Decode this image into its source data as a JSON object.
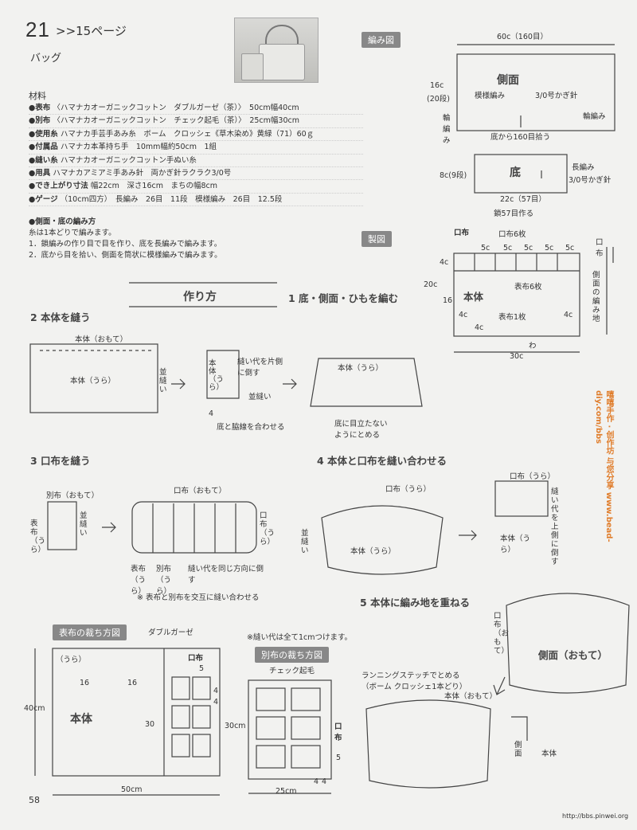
{
  "header": {
    "number": "21",
    "ref": ">>15ページ",
    "title": "バッグ"
  },
  "materials": {
    "title": "材料",
    "items": [
      {
        "label": "●表布",
        "text": "〈ハマナカオーガニックコットン　ダブルガーゼ（茶）〉　50cm幅40cm"
      },
      {
        "label": "●別布",
        "text": "〈ハマナカオーガニックコットン　チェック起毛（茶）〉　25cm幅30cm"
      },
      {
        "label": "●使用糸",
        "text": "ハマナカ手芸手あみ糸　ボーム　クロッシェ《草木染め》黄緑（71）60ｇ"
      },
      {
        "label": "●付属品",
        "text": "ハマナカ本革持ち手　10mm幅約50cm　1組"
      },
      {
        "label": "●縫い糸",
        "text": "ハマナカオーガニックコットン手ぬい糸"
      },
      {
        "label": "●用具",
        "text": "ハマナカアミアミ手あみ針　両かぎ針ラクラク3/0号"
      },
      {
        "label": "●でき上がり寸法",
        "text": "幅22cm　深さ16cm　まちの幅8cm"
      },
      {
        "label": "●ゲージ",
        "text": "（10cm四方）　長編み　26目　11段　模様編み　26目　12.5段"
      }
    ]
  },
  "instructions": {
    "title": "●側面・底の編み方",
    "lines": [
      "糸は1本どりで編みます。",
      "1．鎖編みの作り目で目を作り、底を長編みで編みます。",
      "2．底から目を拾い、側面を筒状に模様編みで編みます。"
    ]
  },
  "knit_diagram": {
    "label": "編み図",
    "width": "60c（160目）",
    "side": "側面",
    "pattern": "模様編み",
    "hook": "3/0号かぎ針",
    "height": "16c",
    "height2": "(20段)",
    "edge": "輪編み",
    "edge2": "輪編み",
    "pickup": "底から160目拾う",
    "bottom": "底",
    "bottom_h": "8c(9段)",
    "longst": "長編み",
    "hook2": "3/0号かぎ針",
    "chain": "22c（57目）",
    "chain2": "鎖57目作る"
  },
  "make_diagram": {
    "label": "製図",
    "kuchinuno": "口布",
    "kuchi6": "口布6枚",
    "dims": [
      "5c",
      "5c",
      "5c",
      "5c",
      "5c"
    ],
    "side4": "4c",
    "h20": "20c",
    "omote6": "表布6枚",
    "hontai": "本体",
    "h16": "16",
    "c4a": "4c",
    "c4b": "4c",
    "c4c": "4c",
    "omote1": "表布1枚",
    "wa": "わ",
    "w30": "30c",
    "kuchinuno_r": "口布",
    "sokumen_knit": "側面の編み地"
  },
  "howto": {
    "title": "作り方"
  },
  "step1": {
    "title": "1 底・側面・ひもを編む"
  },
  "step2": {
    "title": "2 本体を縫う",
    "omote": "本体（おもて）",
    "body": "本体（うら）",
    "stitch": "並縫い",
    "body_side": "本体（うら）",
    "seam": "縫い代を片側に倒す",
    "stitch2": "並縫い",
    "four": "4",
    "match": "底と脇線を合わせる",
    "body3": "本体（うら）",
    "hide": "底に目立たないようにとめる"
  },
  "step3": {
    "title": "3 口布を縫う",
    "betsu": "別布（おもて）",
    "omote": "表布（うら）",
    "stitch": "並縫い",
    "kuchi_omote": "口布（おもて）",
    "kuchi_ura": "口布（うら）",
    "omote_ura": "表布（うら）",
    "betsu_ura": "別布（うら）",
    "seam": "縫い代を同じ方向に倒す",
    "note": "※ 表布と別布を交互に縫い合わせる"
  },
  "step4": {
    "title": "4 本体と口布を縫い合わせる",
    "kuchi": "口布（うら）",
    "stitch": "並縫い",
    "body": "本体（うら）",
    "kuchi2": "口布（うら）",
    "seam": "縫い代を上側に倒す",
    "body2": "本体（うら）"
  },
  "step5": {
    "title": "5 本体に編み地を重ねる",
    "kuchi": "口布（おもて）",
    "side": "側面（おもて）",
    "running": "ランニングステッチでとめる（ボーム クロッシェ1本どり）",
    "body": "本体（おもて）",
    "side2": "側面",
    "body2": "本体"
  },
  "cut1": {
    "label": "表布の裁ち方図",
    "fabric": "ダブルガーゼ",
    "ura": "（うら）",
    "kuchi": "口布",
    "hontai": "本体",
    "d16a": "16",
    "d16b": "16",
    "d30": "30",
    "d5": "5",
    "d4a": "4",
    "d4b": "4",
    "h40": "40cm",
    "w50": "50cm"
  },
  "cut2": {
    "note": "※縫い代は全て1cmつけます。",
    "label": "別布の裁ち方図",
    "fabric": "チェック起毛",
    "h30": "30cm",
    "kuchi": "口布",
    "d5": "5",
    "d4a": "4",
    "d4b": "4",
    "w25": "25cm"
  },
  "footer": {
    "page": "58",
    "url": "http://bbs.pinwei.org",
    "sidetag": "嘻嘻手作 · 创作坊 与您分享 www.bead-diy.com/bbs"
  }
}
